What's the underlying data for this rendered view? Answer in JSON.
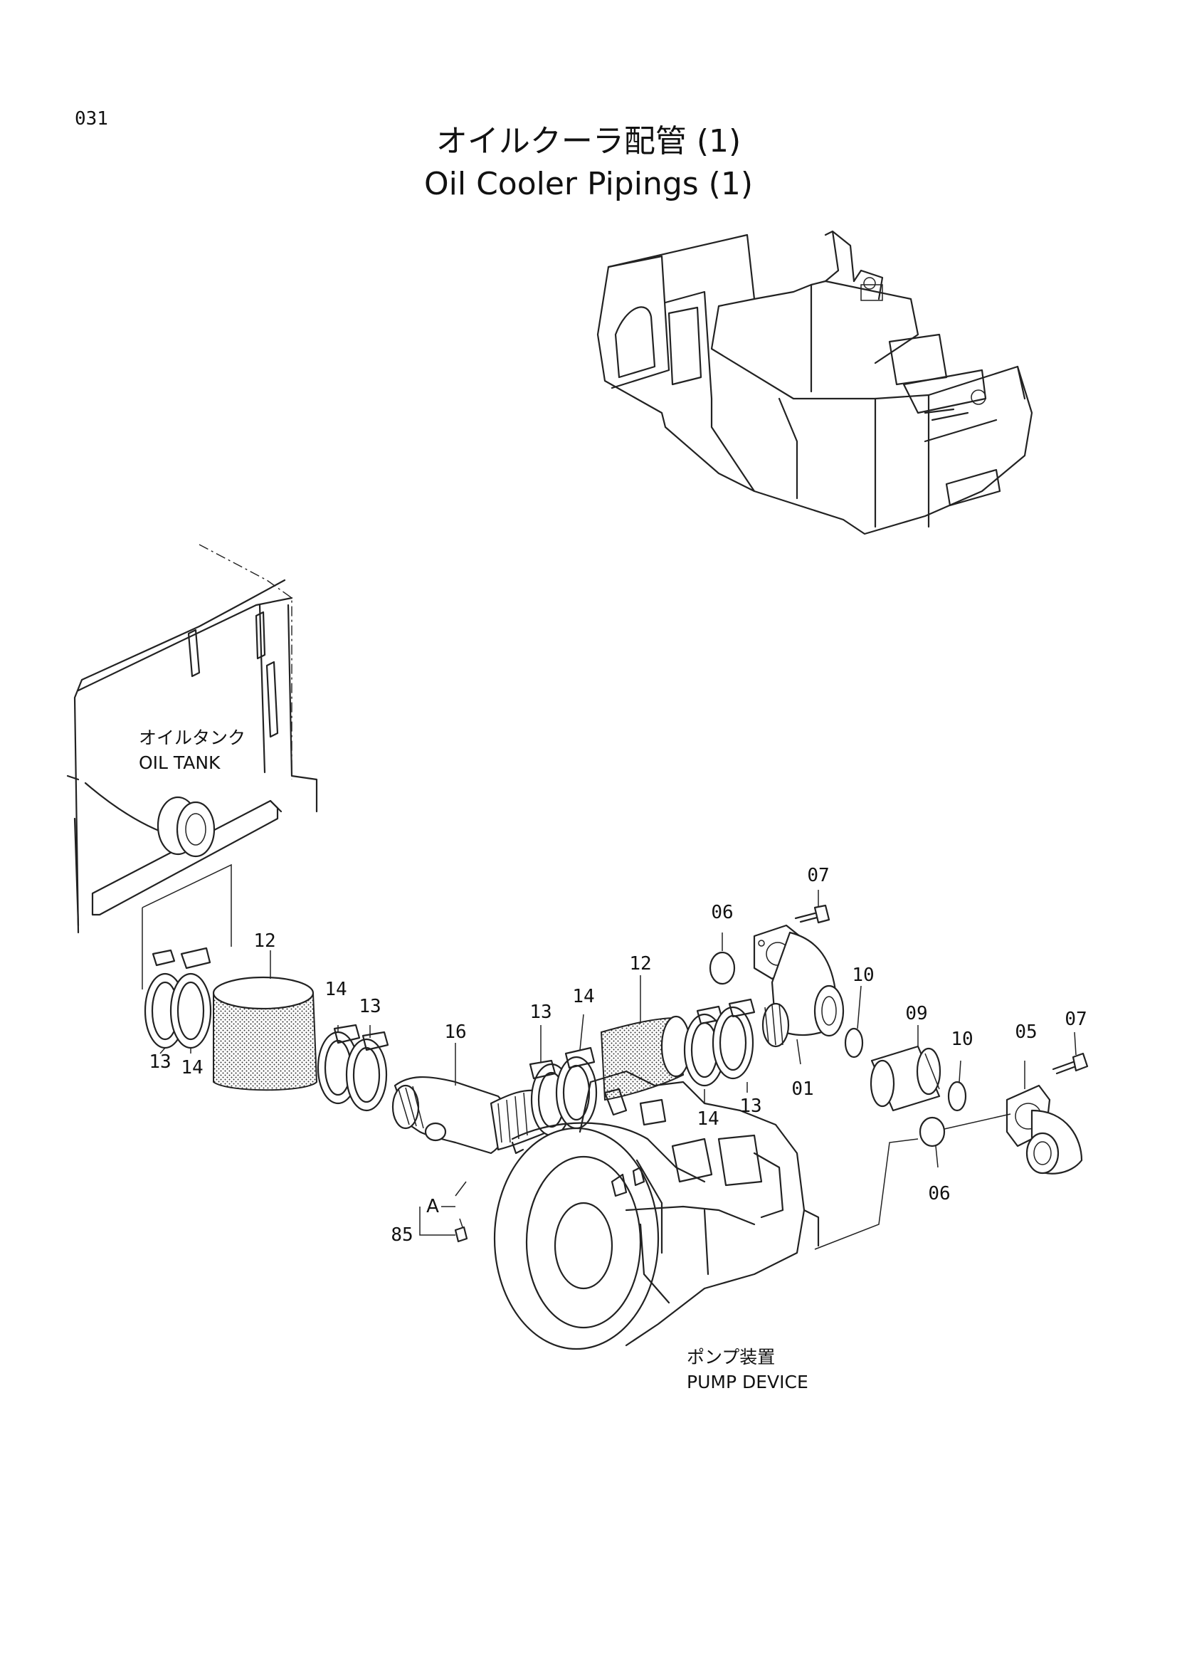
{
  "page_number": "031",
  "title_jp": "オイルクーラ配管 (1)",
  "title_en": "Oil Cooler Pipings (1)",
  "labels": {
    "oil_tank_jp": "オイルタンク",
    "oil_tank_en": "OIL TANK",
    "pump_jp": "ポンプ装置",
    "pump_en": "PUMP DEVICE"
  },
  "callouts": [
    "12",
    "14",
    "13",
    "13",
    "14",
    "16",
    "13",
    "14",
    "12",
    "14",
    "13",
    "06",
    "07",
    "10",
    "09",
    "10",
    "01",
    "05",
    "07",
    "06",
    "A",
    "85"
  ]
}
